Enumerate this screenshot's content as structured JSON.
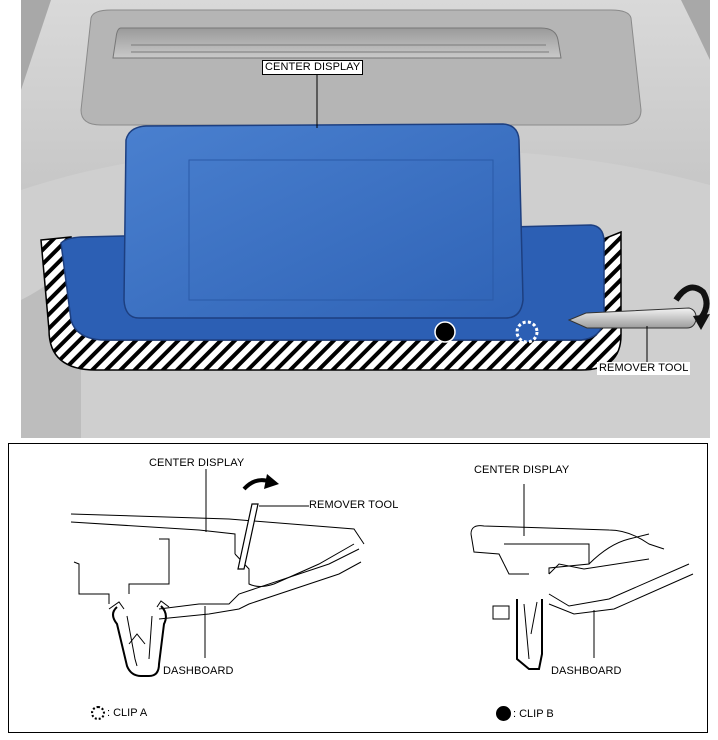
{
  "scene": {
    "center_display_label": "CENTER DISPLAY",
    "remover_tool_label": "REMOVER TOOL"
  },
  "detail_a": {
    "center_display_label": "CENTER DISPLAY",
    "remover_tool_label": "REMOVER TOOL",
    "dashboard_label": "DASHBOARD"
  },
  "detail_b": {
    "center_display_label": "CENTER DISPLAY",
    "dashboard_label": "DASHBOARD"
  },
  "legend": {
    "clip_a": ": CLIP A",
    "clip_b": ": CLIP B"
  },
  "colors": {
    "display_blue": "#3a6fc0",
    "panel_blue": "#2c5fb4",
    "dashboard_grey": "#bdbdbd",
    "hatch": "#000000"
  }
}
